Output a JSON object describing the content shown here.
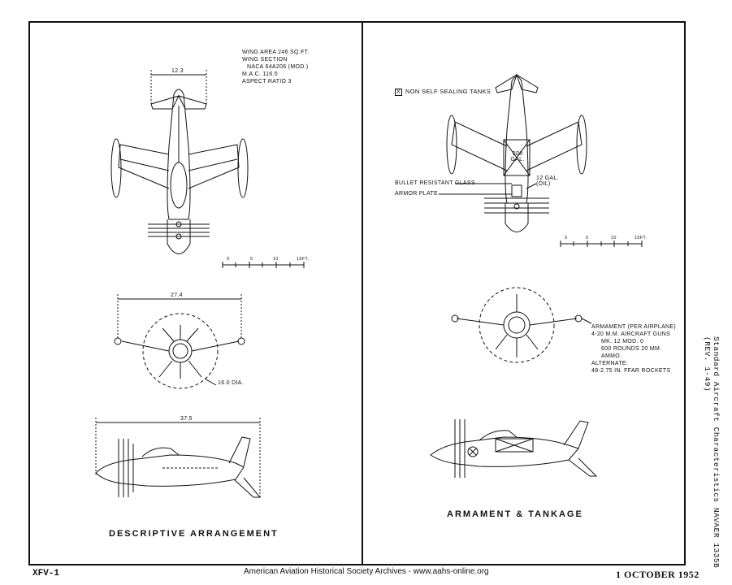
{
  "left_panel": {
    "specs": [
      "WING AREA 246 SQ.FT.",
      "WING SECTION",
      "NACA 64A206 (MOD.)",
      "M.A.C. 116.5",
      "ASPECT RATIO 3"
    ],
    "dim_top": "12.3",
    "dim_front_span": "27.4",
    "dim_prop": "16.0 DIA.",
    "dim_length": "37.5",
    "scale_ticks": [
      "0",
      "5",
      "10",
      "15FT."
    ],
    "caption": "DESCRIPTIVE ARRANGEMENT"
  },
  "right_panel": {
    "legend_box": "X",
    "legend": "NON SELF SEALING TANKS",
    "fuel": [
      "508",
      "GAL."
    ],
    "oil": [
      "12 GAL.",
      "(OIL)"
    ],
    "glass_label": "BULLET RESISTANT GLASS",
    "armor_label": "ARMOR PLATE",
    "scale_ticks": [
      "0",
      "5",
      "10",
      "15FT."
    ],
    "armament": [
      "ARMAMENT (PER AIRPLANE)",
      "4-20 M.M. AIRCRAFT GUNS",
      "MK. 12 MOD. 0",
      "600 ROUNDS 20 MM.",
      "AMMO.",
      "ALTERNATE:",
      "48-2.75 IN. FFAR ROCKETS"
    ],
    "caption": "ARMAMENT & TANKAGE"
  },
  "side_text": "Standard Aircraft Characteristics NAVAER 1335B (REV. 1-49)",
  "footer": {
    "designation": "XFV-1",
    "archive": "American Aviation Historical Society Archives - www.aahs-online.org",
    "date": "1 OCTOBER 1952"
  }
}
